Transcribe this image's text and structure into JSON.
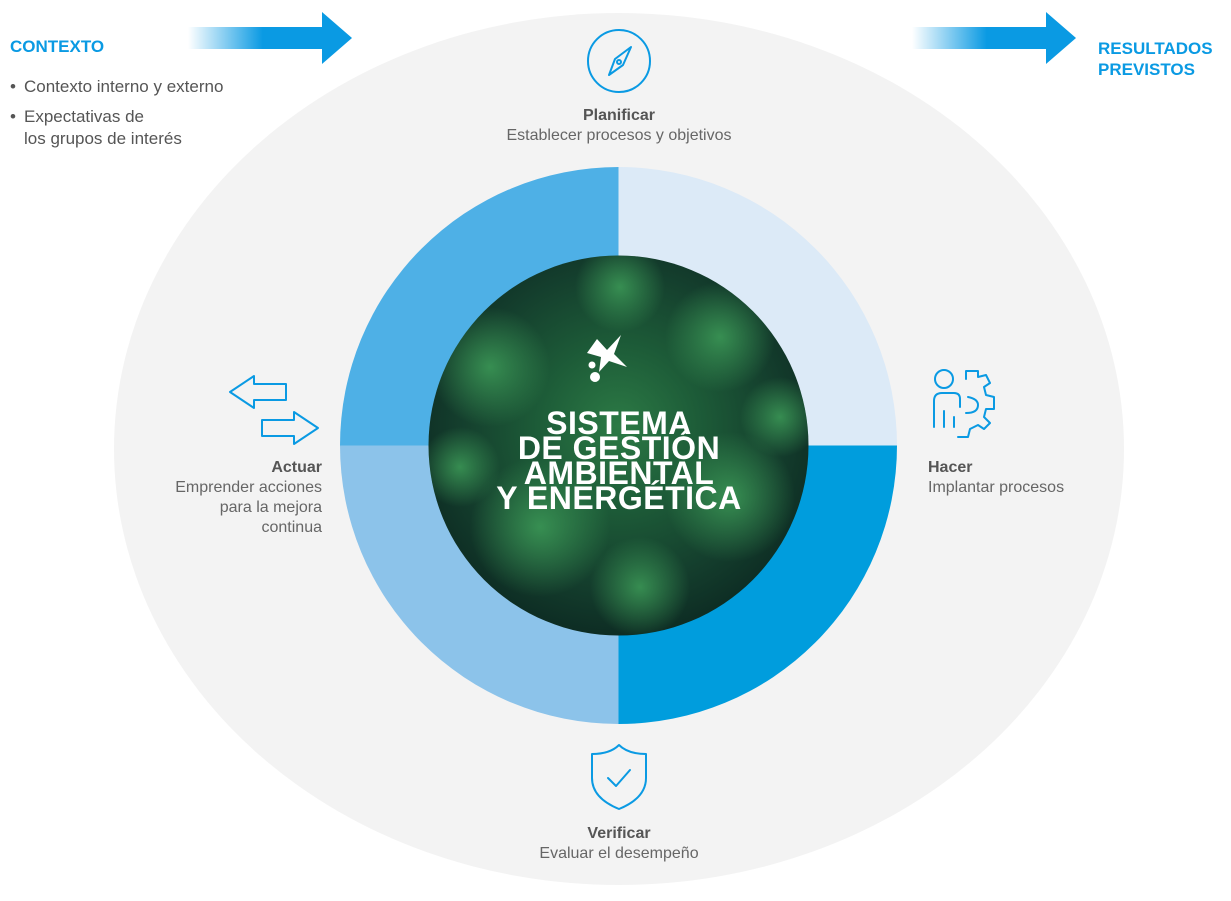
{
  "context": {
    "title": "CONTEXTO",
    "items": [
      {
        "line1": "Contexto interno y externo",
        "line2": ""
      },
      {
        "line1": "Expectativas de",
        "line2": "los grupos de interés"
      }
    ]
  },
  "results": {
    "line1": "RESULTADOS",
    "line2": "PREVISTOS"
  },
  "center": {
    "line1": "SISTEMA",
    "line2": "DE GESTIÓN",
    "line3": "AMBIENTAL",
    "line4": "Y ENERGÉTICA"
  },
  "steps": {
    "plan": {
      "title": "Planificar",
      "desc": "Establecer procesos y objetivos",
      "icon": "compass-icon"
    },
    "do": {
      "title": "Hacer",
      "desc": "Implantar procesos",
      "icon": "person-gear-icon"
    },
    "check": {
      "title": "Verificar",
      "desc": "Evaluar el desempeño",
      "icon": "shield-check-icon"
    },
    "act": {
      "title": "Actuar",
      "desc1": "Emprender acciones",
      "desc2": "para la mejora",
      "desc3": "continua",
      "icon": "bidirectional-arrows-icon"
    }
  },
  "colors": {
    "accent": "#0a9ae3",
    "ring_plan": "#dceaf7",
    "ring_do": "#009ddd",
    "ring_check": "#8cc3ea",
    "ring_act": "#4eb0e6",
    "background_circle": "#f3f3f3"
  }
}
